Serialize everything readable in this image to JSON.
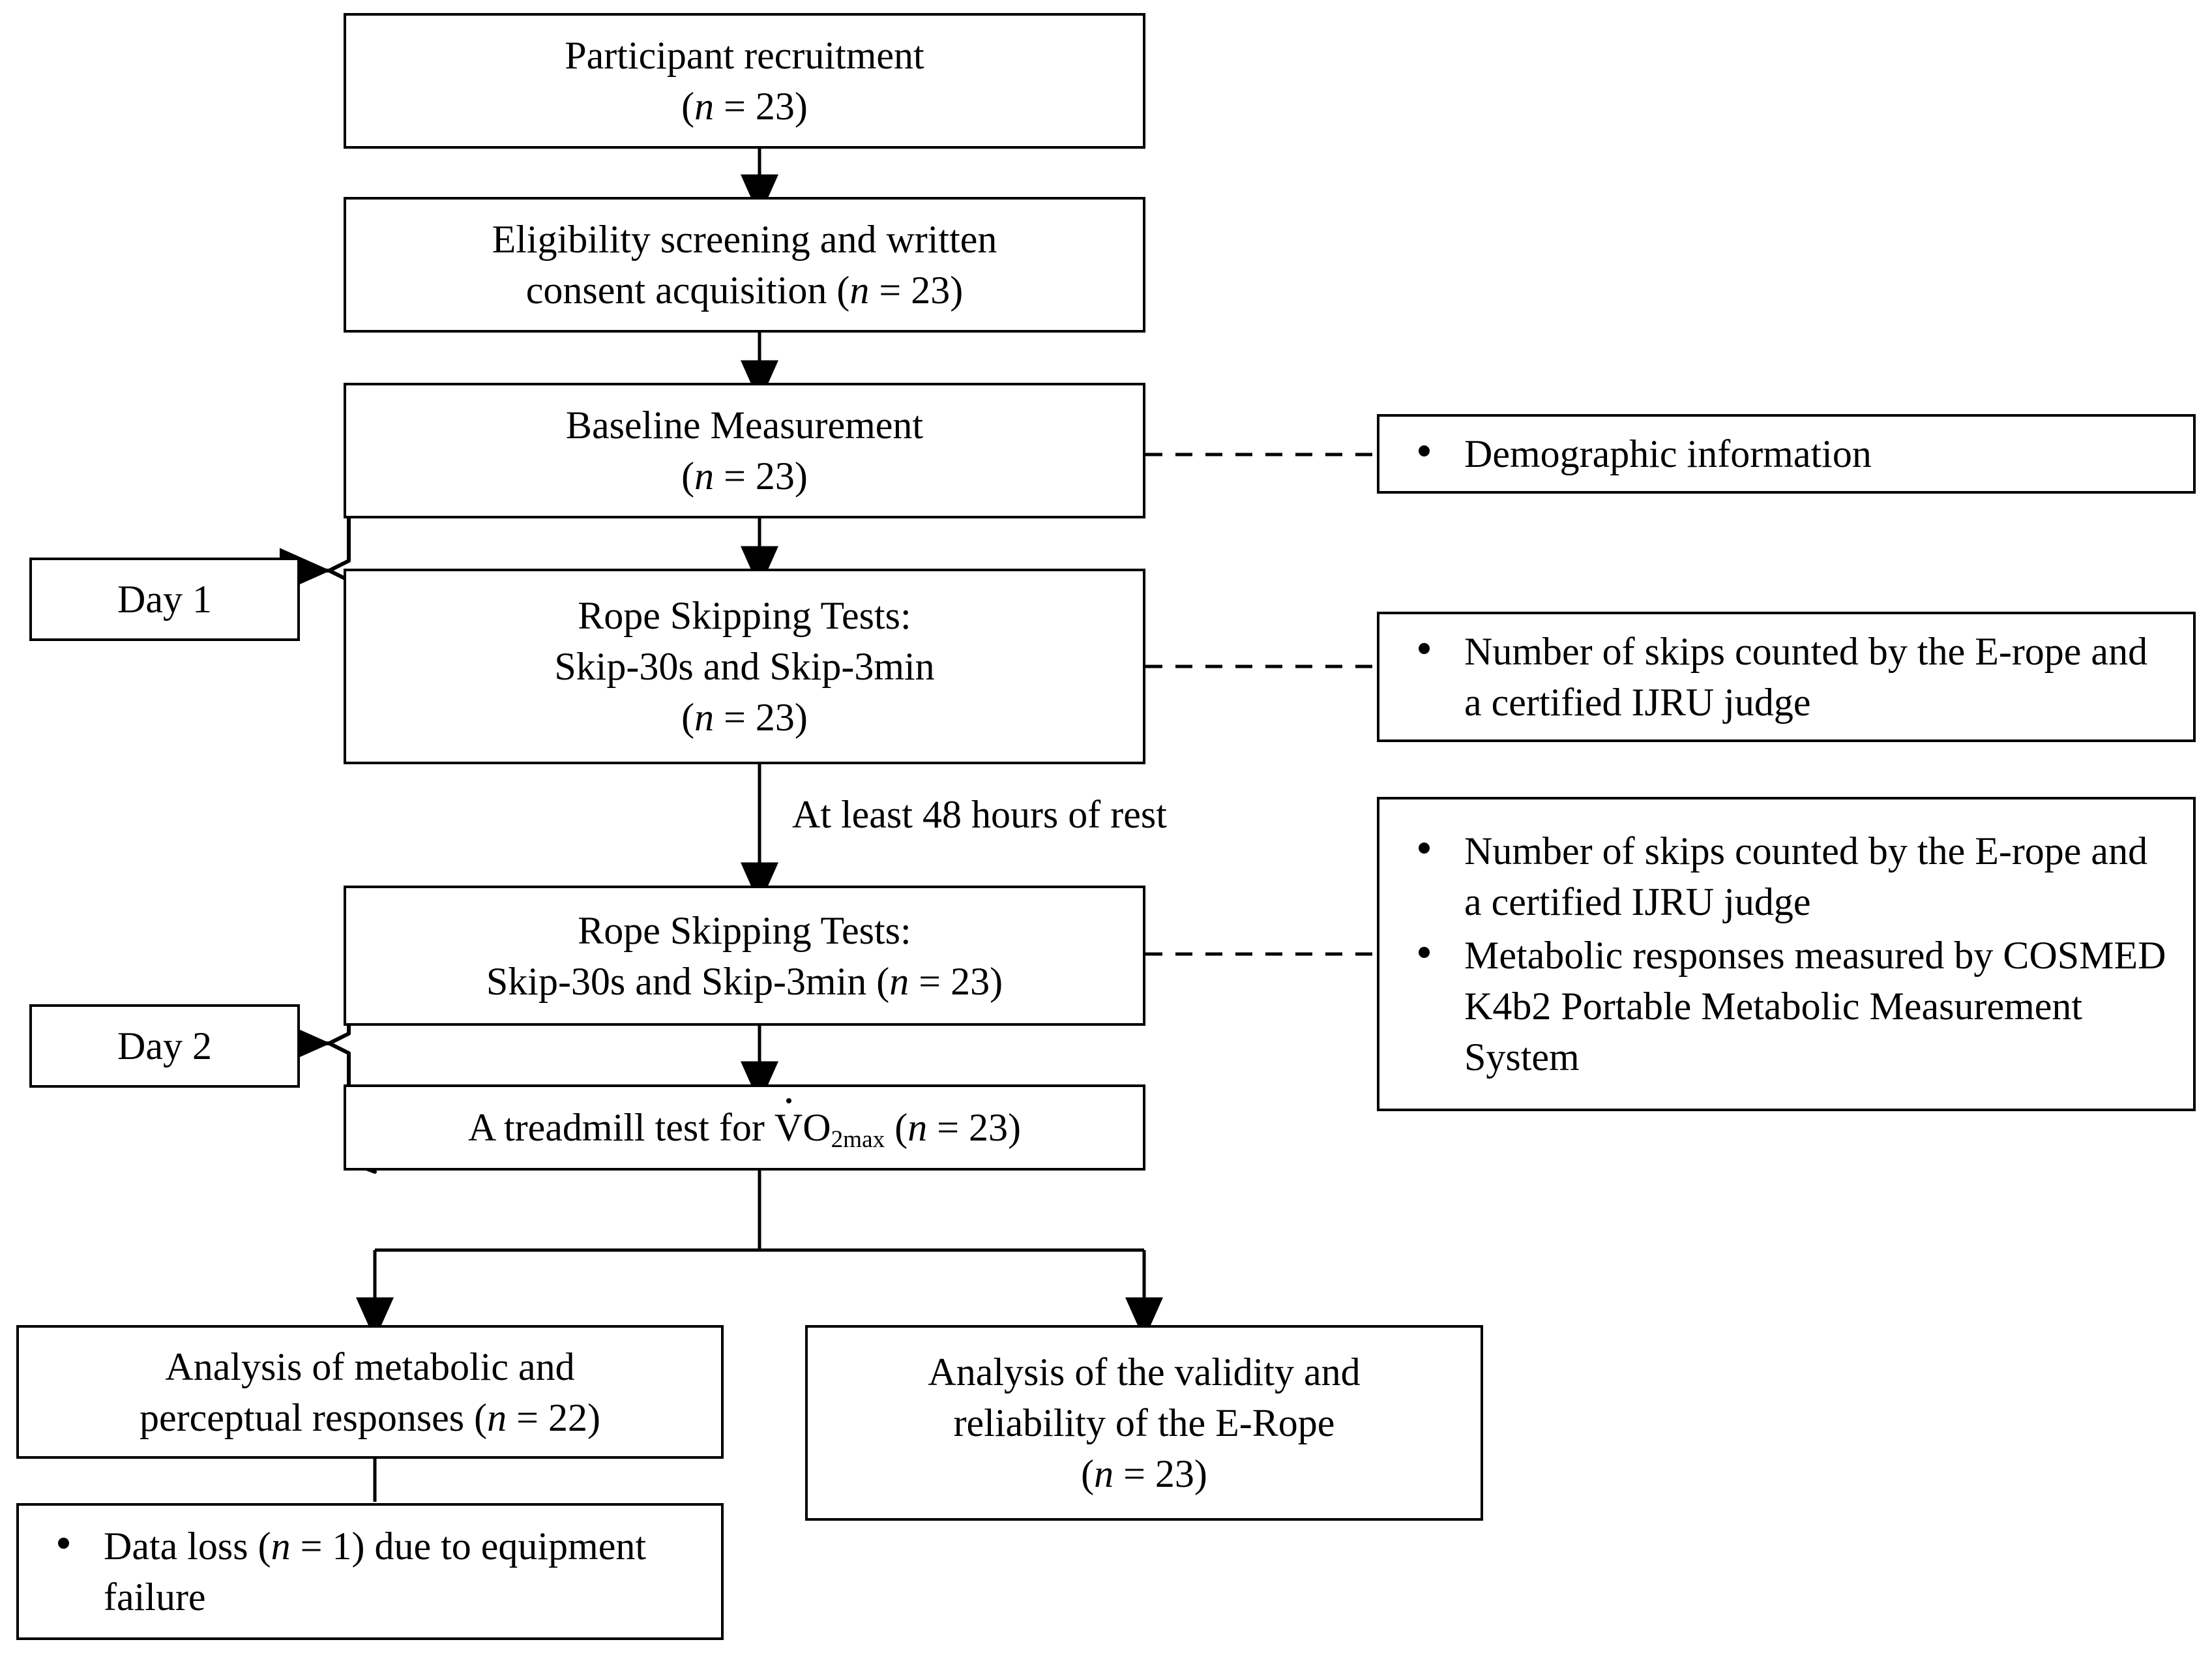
{
  "diagram": {
    "title": "Study flow diagram of rope skipping E-Rope validation protocol",
    "line_color": "#000000",
    "background": "#ffffff"
  },
  "nodes": {
    "recruitment": {
      "line1": "Participant recruitment",
      "line2_prefix": "(",
      "line2_var": "n",
      "line2_suffix": " = 23)"
    },
    "eligibility": {
      "line1": "Eligibility screening and written",
      "line2_prefix": "consent acquisition (",
      "line2_var": "n",
      "line2_suffix": " = 23)"
    },
    "baseline": {
      "line1": "Baseline Measurement",
      "line2_prefix": "(",
      "line2_var": "n",
      "line2_suffix": " = 23)"
    },
    "rope_day1": {
      "line1": "Rope Skipping Tests:",
      "line2": "Skip-30s and Skip-3min",
      "line3_prefix": "(",
      "line3_var": "n",
      "line3_suffix": " = 23)"
    },
    "rope_day2": {
      "line1": "Rope Skipping Tests:",
      "line2_prefix": "Skip-30s and Skip-3min (",
      "line2_var": "n",
      "line2_suffix": " = 23)"
    },
    "treadmill": {
      "prefix": "A treadmill test for ",
      "v_symbol": "V",
      "o_symbol": "O",
      "subscript": "2max",
      "mid": " (",
      "var": "n",
      "suffix": " = 23)"
    },
    "analysis_metabolic": {
      "line1": "Analysis of metabolic and",
      "line2_prefix": "perceptual responses (",
      "line2_var": "n",
      "line2_suffix": " = 22)"
    },
    "analysis_validity": {
      "line1": "Analysis of the validity and",
      "line2": "reliability of the E-Rope",
      "line3_prefix": "(",
      "line3_var": "n",
      "line3_suffix": " = 23)"
    },
    "data_loss": {
      "bullets": [
        {
          "prefix": "Data loss (",
          "var": "n",
          "suffix": " = 1) due to equipment failure"
        }
      ]
    }
  },
  "side_notes": {
    "demographic": {
      "bullets": [
        {
          "text": "Demographic information"
        }
      ]
    },
    "day1_measures": {
      "bullets": [
        {
          "text": "Number of skips counted by the E-rope and a certified IJRU judge"
        }
      ]
    },
    "day2_measures": {
      "bullets": [
        {
          "text": "Number of skips counted by the E-rope and a certified IJRU judge"
        },
        {
          "text": "Metabolic responses measured by COSMED K4b2 Portable Metabolic Measurement System"
        }
      ]
    }
  },
  "day_labels": {
    "day1": "Day 1",
    "day2": "Day 2"
  },
  "edge_labels": {
    "rest": "At least 48 hours of rest"
  }
}
